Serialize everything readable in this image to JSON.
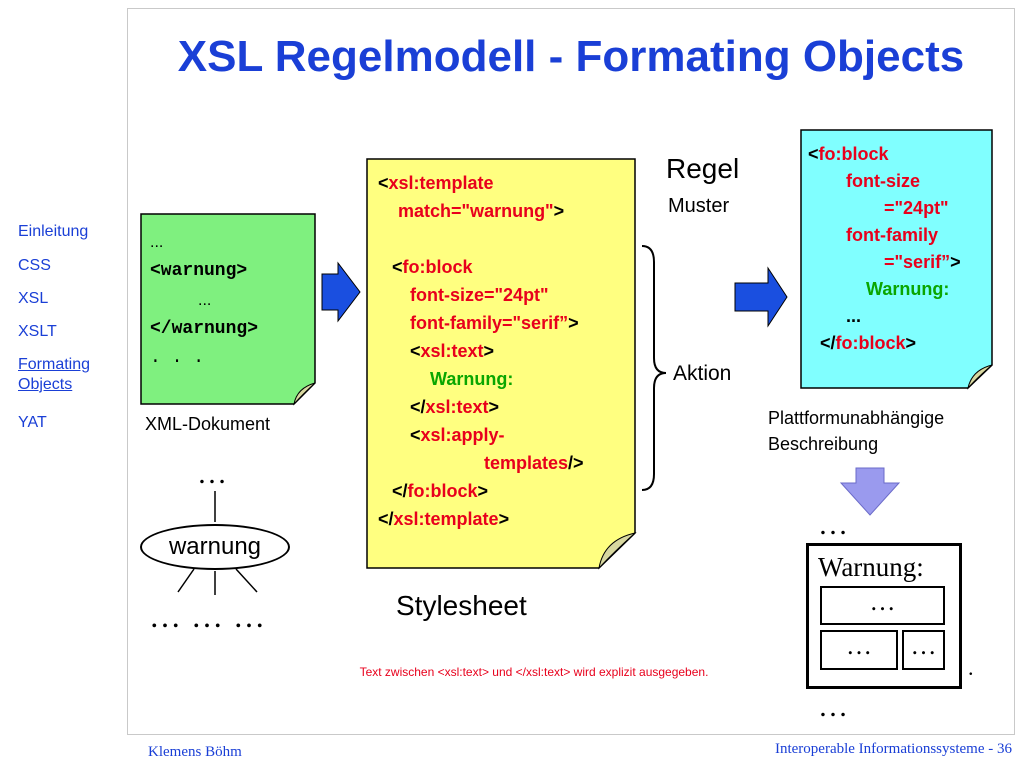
{
  "title": "XSL Regelmodell - Formating Objects",
  "nav": [
    {
      "label": "Einleitung"
    },
    {
      "label": "CSS"
    },
    {
      "label": "XSL"
    },
    {
      "label": "XSLT"
    },
    {
      "label_line1": "Formating",
      "label_line2": "Objects",
      "active": true
    },
    {
      "label": "YAT"
    }
  ],
  "xml_doc": {
    "lines": [
      "...",
      "<warnung>",
      "...",
      "</warnung>",
      ". . ."
    ],
    "label": "XML-Dokument"
  },
  "tree": {
    "top_dots": "…",
    "node_label": "warnung",
    "bottom_dots": "… … …"
  },
  "stylesheet": {
    "label": "Stylesheet",
    "code": {
      "l1_open": "<",
      "l1_tag": "xsl:template",
      "l2_attr": "match=\"warnung\"",
      "l2_close": ">",
      "l3_open": "<",
      "l3_tag": "fo:block",
      "l4_attr": "font-size=\"24pt\"",
      "l5_attr": "font-family=\"serif”",
      "l5_close": ">",
      "l6_open": "<",
      "l6_tag": "xsl:text",
      "l6_close": ">",
      "l7_text": "Warnung:",
      "l8_open": "</",
      "l8_tag": "xsl:text",
      "l8_close": ">",
      "l9_open": "<",
      "l9_tag": "xsl:apply-",
      "l10_tag": "templates",
      "l10_close": "/>",
      "l11_open": "</",
      "l11_tag": "fo:block",
      "l11_close": ">",
      "l12_open": "</",
      "l12_tag": "xsl:template",
      "l12_close": ">"
    }
  },
  "rule": {
    "regel": "Regel",
    "muster": "Muster",
    "aktion": "Aktion"
  },
  "fo_output": {
    "l1_open": "<",
    "l1_tag": "fo:block",
    "l2_attr": "font-size",
    "l3_attr": "=\"24pt\"",
    "l4_attr": "font-family",
    "l5_attr": "=\"serif”",
    "l5_close": ">",
    "l6_text": "Warnung:",
    "l7_text": "...",
    "l8_open": "</",
    "l8_tag": "fo:block",
    "l8_close": ">"
  },
  "platform": {
    "line1": "Plattformunabhängige",
    "line2": "Beschreibung"
  },
  "rendered": {
    "top_dots": "…",
    "warnung": "Warnung:",
    "row1": "…",
    "row2_left": "…",
    "row2_right": "…",
    "side_dot": ".",
    "bottom_dots": "…"
  },
  "note": "Text zwischen <xsl:text> und </xsl:text> wird explizit ausgegeben.",
  "footer": {
    "author": "Klemens Böhm",
    "course": "Interoperable Informationssysteme - 36"
  },
  "colors": {
    "title_blue": "#1a3fd6",
    "xml_doc_fill": "#7ff07f",
    "stylesheet_fill": "#ffff80",
    "fo_fill": "#80ffff",
    "arrow_blue": "#1a4fe0",
    "arrow_lavender": "#9a9aee",
    "tag_red": "#e8001c",
    "text_green": "#0aa600"
  }
}
